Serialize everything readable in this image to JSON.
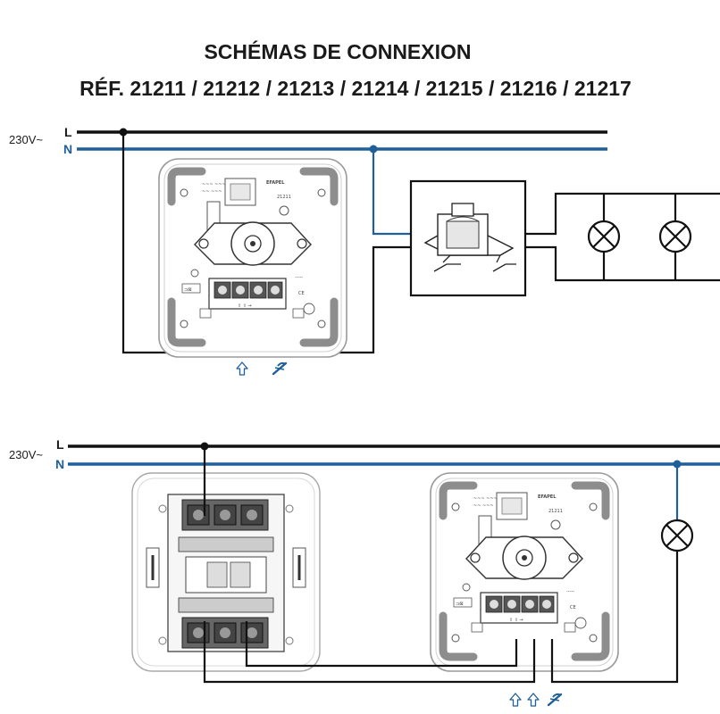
{
  "title": "SCHÉMAS DE CONNEXION",
  "subtitle": "RÉF. 21211 / 21212 / 21213 / 21214 / 21215 / 21216 / 21217",
  "colors": {
    "line_L": "#111111",
    "line_N": "#1f5f9a",
    "outline": "#222222",
    "device_frame": "#8a8a8a"
  },
  "diagram1": {
    "supply_voltage": "230V~",
    "phase_label": "L",
    "neutral_label": "N",
    "dimmer": {
      "brand": "EFAPEL",
      "model": "21211",
      "terminal_symbols": [
        "input-arrow-icon",
        "dimmer-output-icon"
      ]
    },
    "transformer": {
      "icon": "transformer-icon"
    },
    "lamps": [
      {
        "icon": "lamp-icon"
      },
      {
        "icon": "lamp-icon"
      }
    ]
  },
  "diagram2": {
    "supply_voltage": "230V~",
    "phase_label": "L",
    "neutral_label": "N",
    "switch": {
      "icon": "push-switch-mechanism"
    },
    "dimmer": {
      "brand": "EFAPEL",
      "model": "21211",
      "terminal_symbols": [
        "input-arrow-icon",
        "input-arrow-icon",
        "dimmer-output-icon"
      ]
    },
    "lamps": [
      {
        "icon": "lamp-icon"
      }
    ]
  }
}
